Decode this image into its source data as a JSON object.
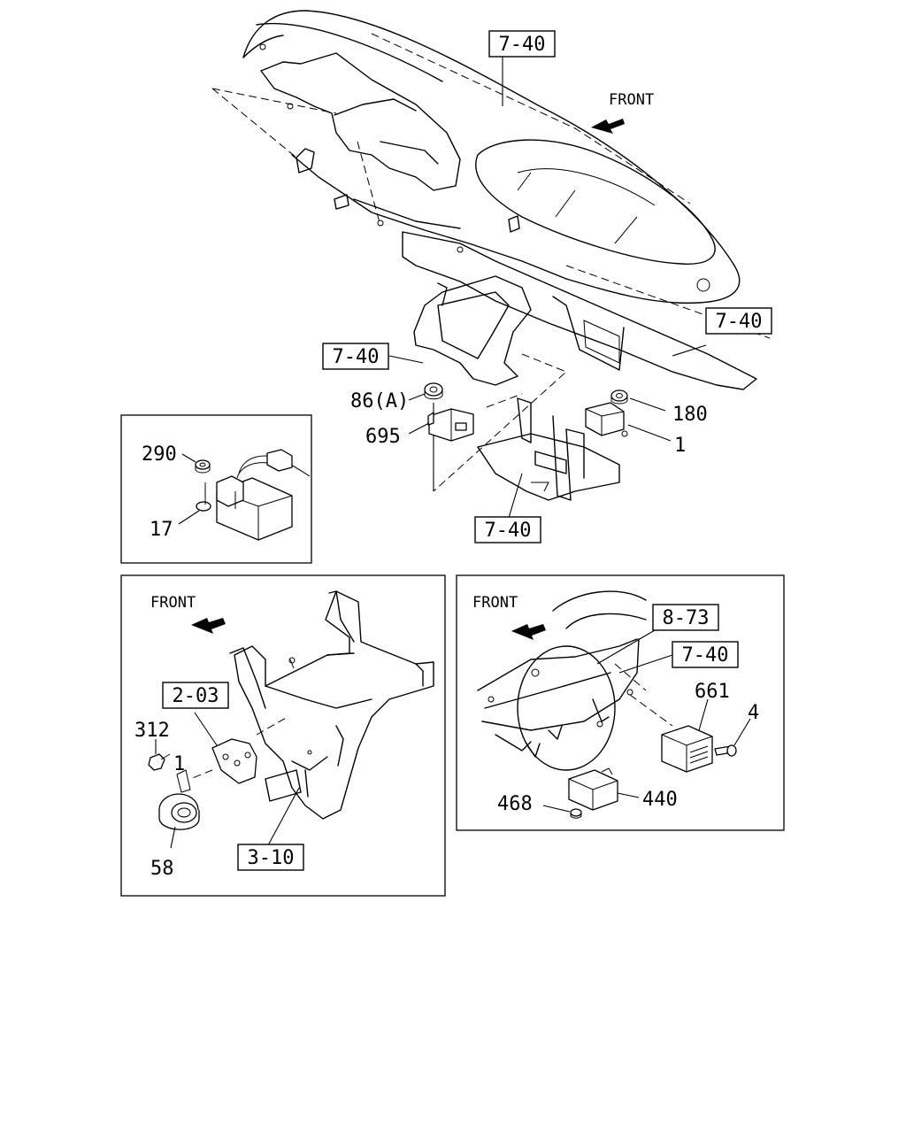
{
  "front_labels": [
    "FRONT",
    "FRONT",
    "FRONT"
  ],
  "references": {
    "dash_top": "7-40",
    "dash_right": "7-40",
    "bracket_left": "7-40",
    "bracket_lower": "7-40",
    "inset_left": "2-03",
    "inset_left_lower": "3-10",
    "inset_right_top": "8-73",
    "inset_right_mid": "7-40"
  },
  "parts": {
    "p86": "86(A)",
    "p695": "695",
    "p180": "180",
    "p1_main": "1",
    "p290": "290",
    "p17": "17",
    "p312": "312",
    "p1_inset": "1",
    "p58": "58",
    "p661": "661",
    "p4": "4",
    "p468": "468",
    "p440": "440"
  }
}
